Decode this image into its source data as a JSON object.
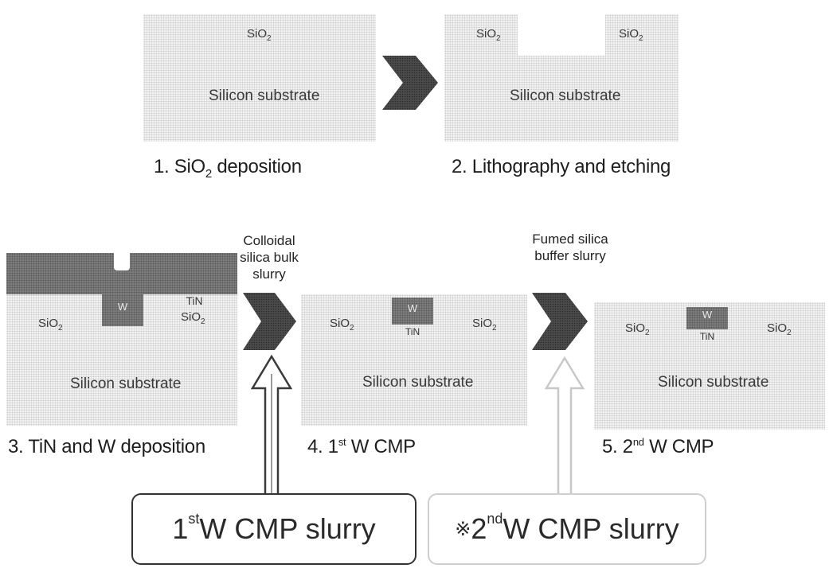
{
  "step1": {
    "oxide": "SiO",
    "oxide_sub": "2",
    "substrate": "Silicon substrate",
    "caption_num": "1. SiO",
    "caption_sub": "2",
    "caption_rest": " deposition"
  },
  "step2": {
    "oxide_left": "SiO",
    "oxide_left_sub": "2",
    "oxide_right": "SiO",
    "oxide_right_sub": "2",
    "substrate": "Silicon substrate",
    "caption": "2. Lithography and etching"
  },
  "step3": {
    "w_label": "W",
    "tin_label": "TiN",
    "oxide_left": "SiO",
    "oxide_left_sub": "2",
    "oxide_right": "SiO",
    "oxide_right_sub": "2",
    "substrate": "Silicon substrate",
    "caption": "3. TiN and W deposition"
  },
  "step4": {
    "w_label": "W",
    "tin_label": "TiN",
    "oxide_left": "SiO",
    "oxide_left_sub": "2",
    "oxide_right": "SiO",
    "oxide_right_sub": "2",
    "substrate": "Silicon substrate",
    "caption_pre": "4. 1",
    "caption_sup": "st",
    "caption_post": " W CMP"
  },
  "step5": {
    "w_label": "W",
    "tin_label": "TiN",
    "oxide_left": "SiO",
    "oxide_left_sub": "2",
    "oxide_right": "SiO",
    "oxide_right_sub": "2",
    "substrate": "Silicon substrate",
    "caption_pre": "5. 2",
    "caption_sup": "nd",
    "caption_post": " W CMP"
  },
  "notes": {
    "colloidal": "Colloidal silica bulk slurry",
    "fumed": "Fumed silica buffer slurry"
  },
  "slurry1": {
    "pre": "1",
    "sup": "st",
    "post": " W CMP slurry"
  },
  "slurry2": {
    "mark": "※",
    "pre": " 2",
    "sup": "nd",
    "post": " W CMP slurry"
  }
}
